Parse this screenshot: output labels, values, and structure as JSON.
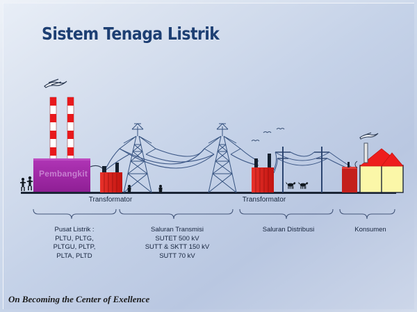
{
  "slide": {
    "title": "Sistem Tenaga Listrik",
    "footer": "On Becoming the Center of Exellence"
  },
  "diagram": {
    "plant_label": "Pembangkit",
    "transformer_left_label": "Transformator",
    "transformer_right_label": "Transformator",
    "stages": [
      {
        "name": "pusat-listrik",
        "caption_lines": [
          "Pusat Listrik :",
          "PLTU, PLTG,",
          "PLTGU, PLTP,",
          "PLTA, PLTD"
        ]
      },
      {
        "name": "saluran-transmisi",
        "caption_lines": [
          "Saluran Transmisi",
          "SUTET 500 kV",
          "SUTT & SKTT 150 kV",
          "SUTT 70 kV"
        ]
      },
      {
        "name": "saluran-distribusi",
        "caption_lines": [
          "Saluran Distribusi"
        ]
      },
      {
        "name": "konsumen",
        "caption_lines": [
          "Konsumen"
        ]
      }
    ]
  },
  "colors": {
    "title": "#1d3f73",
    "plant_body": "#a32ba8",
    "stack_red": "#e8191c",
    "transformer_red": "#e0241f",
    "roof_red": "#ee1d1d",
    "wall_yellow": "#fbf7a8",
    "tower_blue": "#2b4a7a",
    "ground": "#1b2536"
  }
}
